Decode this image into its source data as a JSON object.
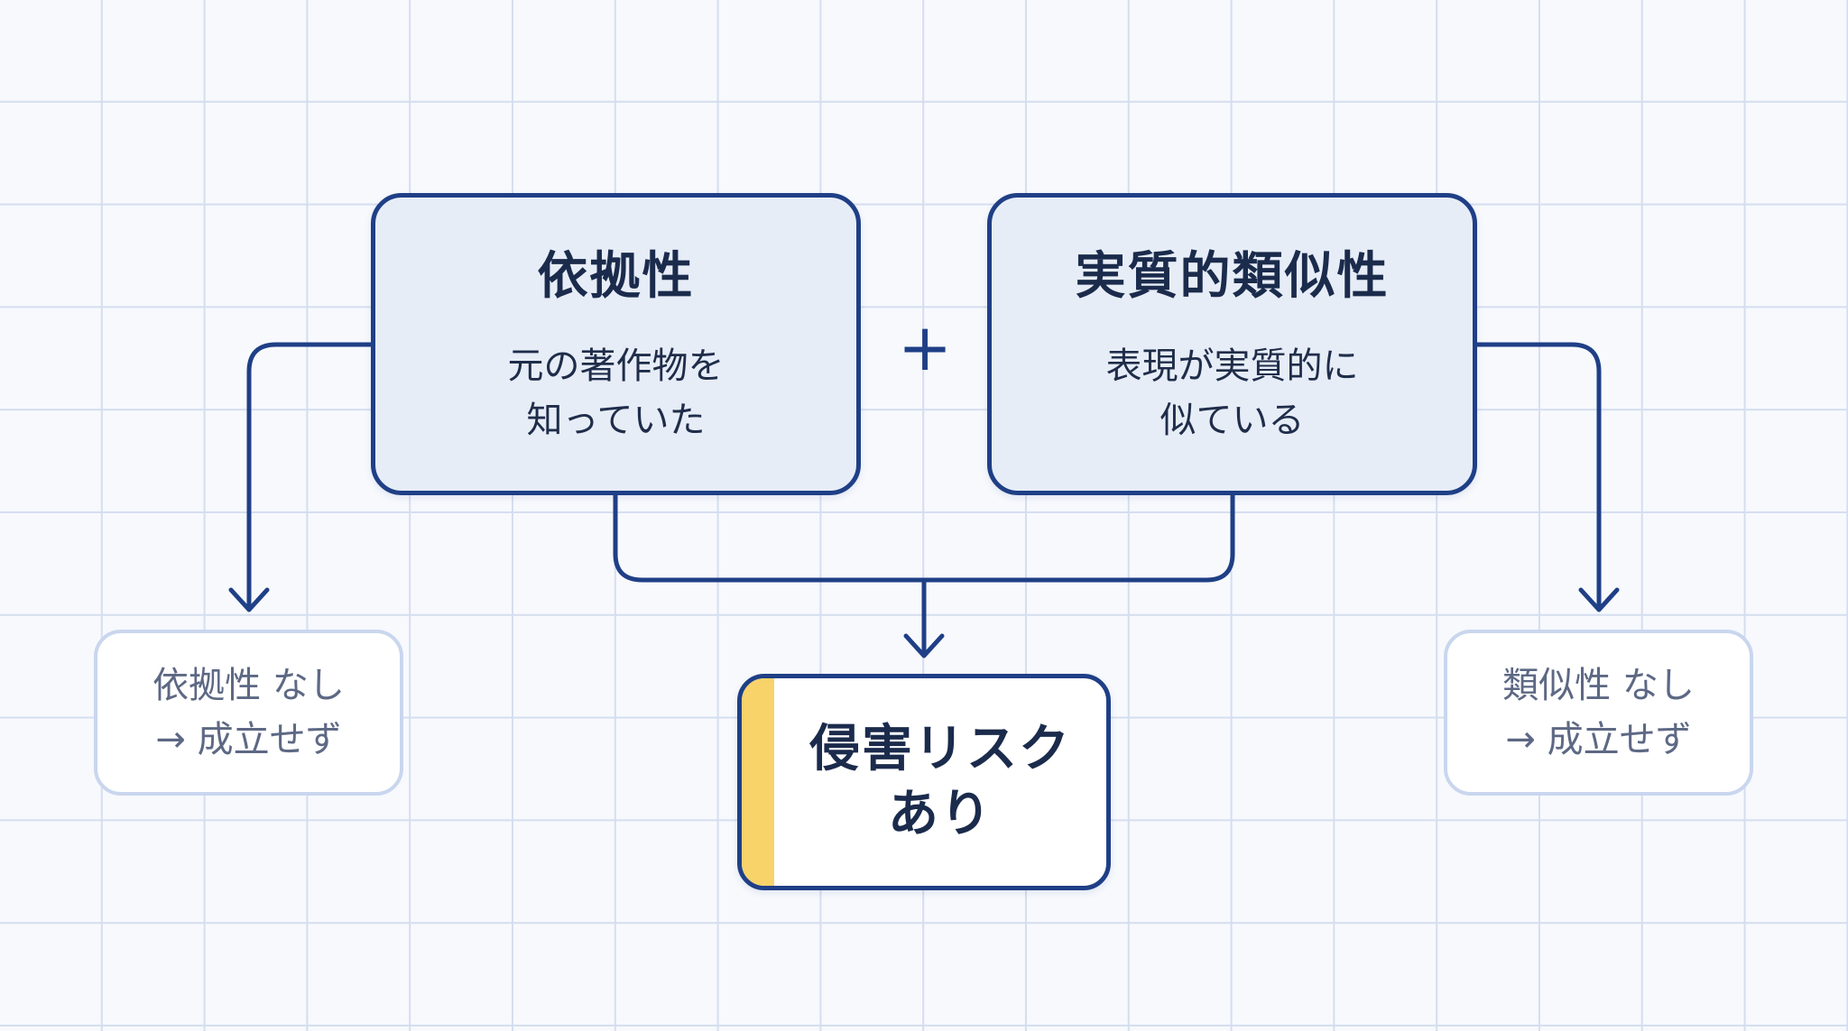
{
  "diagram": {
    "reliance": {
      "title": "依拠性",
      "desc_line1": "元の著作物を",
      "desc_line2": "知っていた"
    },
    "operator": "+",
    "similarity": {
      "title": "実質的類似性",
      "desc_line1": "表現が実質的に",
      "desc_line2": "似ている"
    },
    "no_reliance": {
      "line1": "依拠性 なし",
      "line2": "→ 成立せず"
    },
    "no_similarity": {
      "line1": "類似性 なし",
      "line2": "→ 成立せず"
    },
    "result": {
      "line1": "侵害リスク",
      "line2": "あり"
    },
    "colors": {
      "primary": "#1f3f86",
      "box_fill": "#e7edf7",
      "side_border": "#c9d6ee",
      "accent": "#f7d36a",
      "grid": "#d5deef"
    }
  }
}
